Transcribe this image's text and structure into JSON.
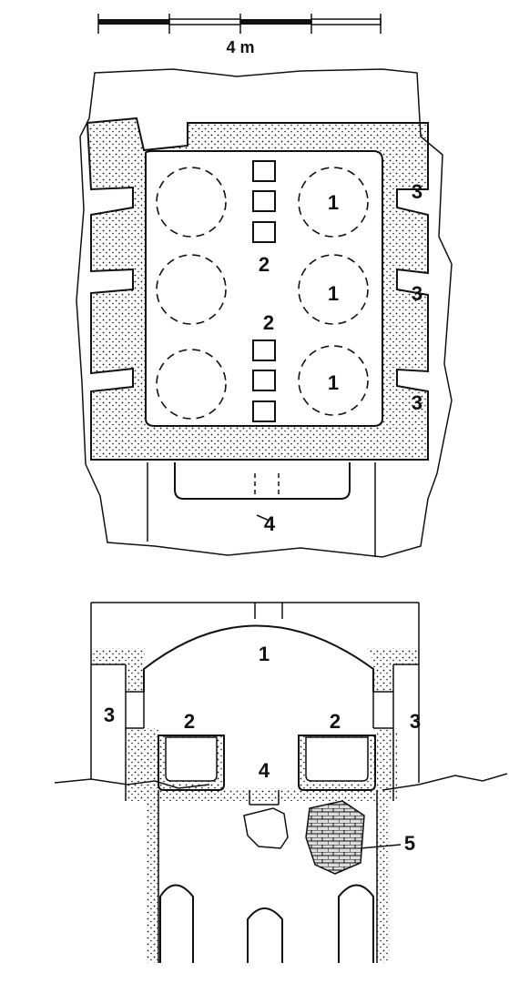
{
  "scale_bar": {
    "label": "4 m"
  },
  "plan": {
    "labels": {
      "chamber": "1",
      "post": "2",
      "flue": "3",
      "stoke_pit": "4"
    }
  },
  "section": {
    "labels": {
      "chamber": "1",
      "post": "2",
      "flue": "3",
      "stoke_pit": "4",
      "masonry": "5"
    }
  },
  "colors": {
    "ink": "#111111",
    "paper": "#ffffff"
  }
}
